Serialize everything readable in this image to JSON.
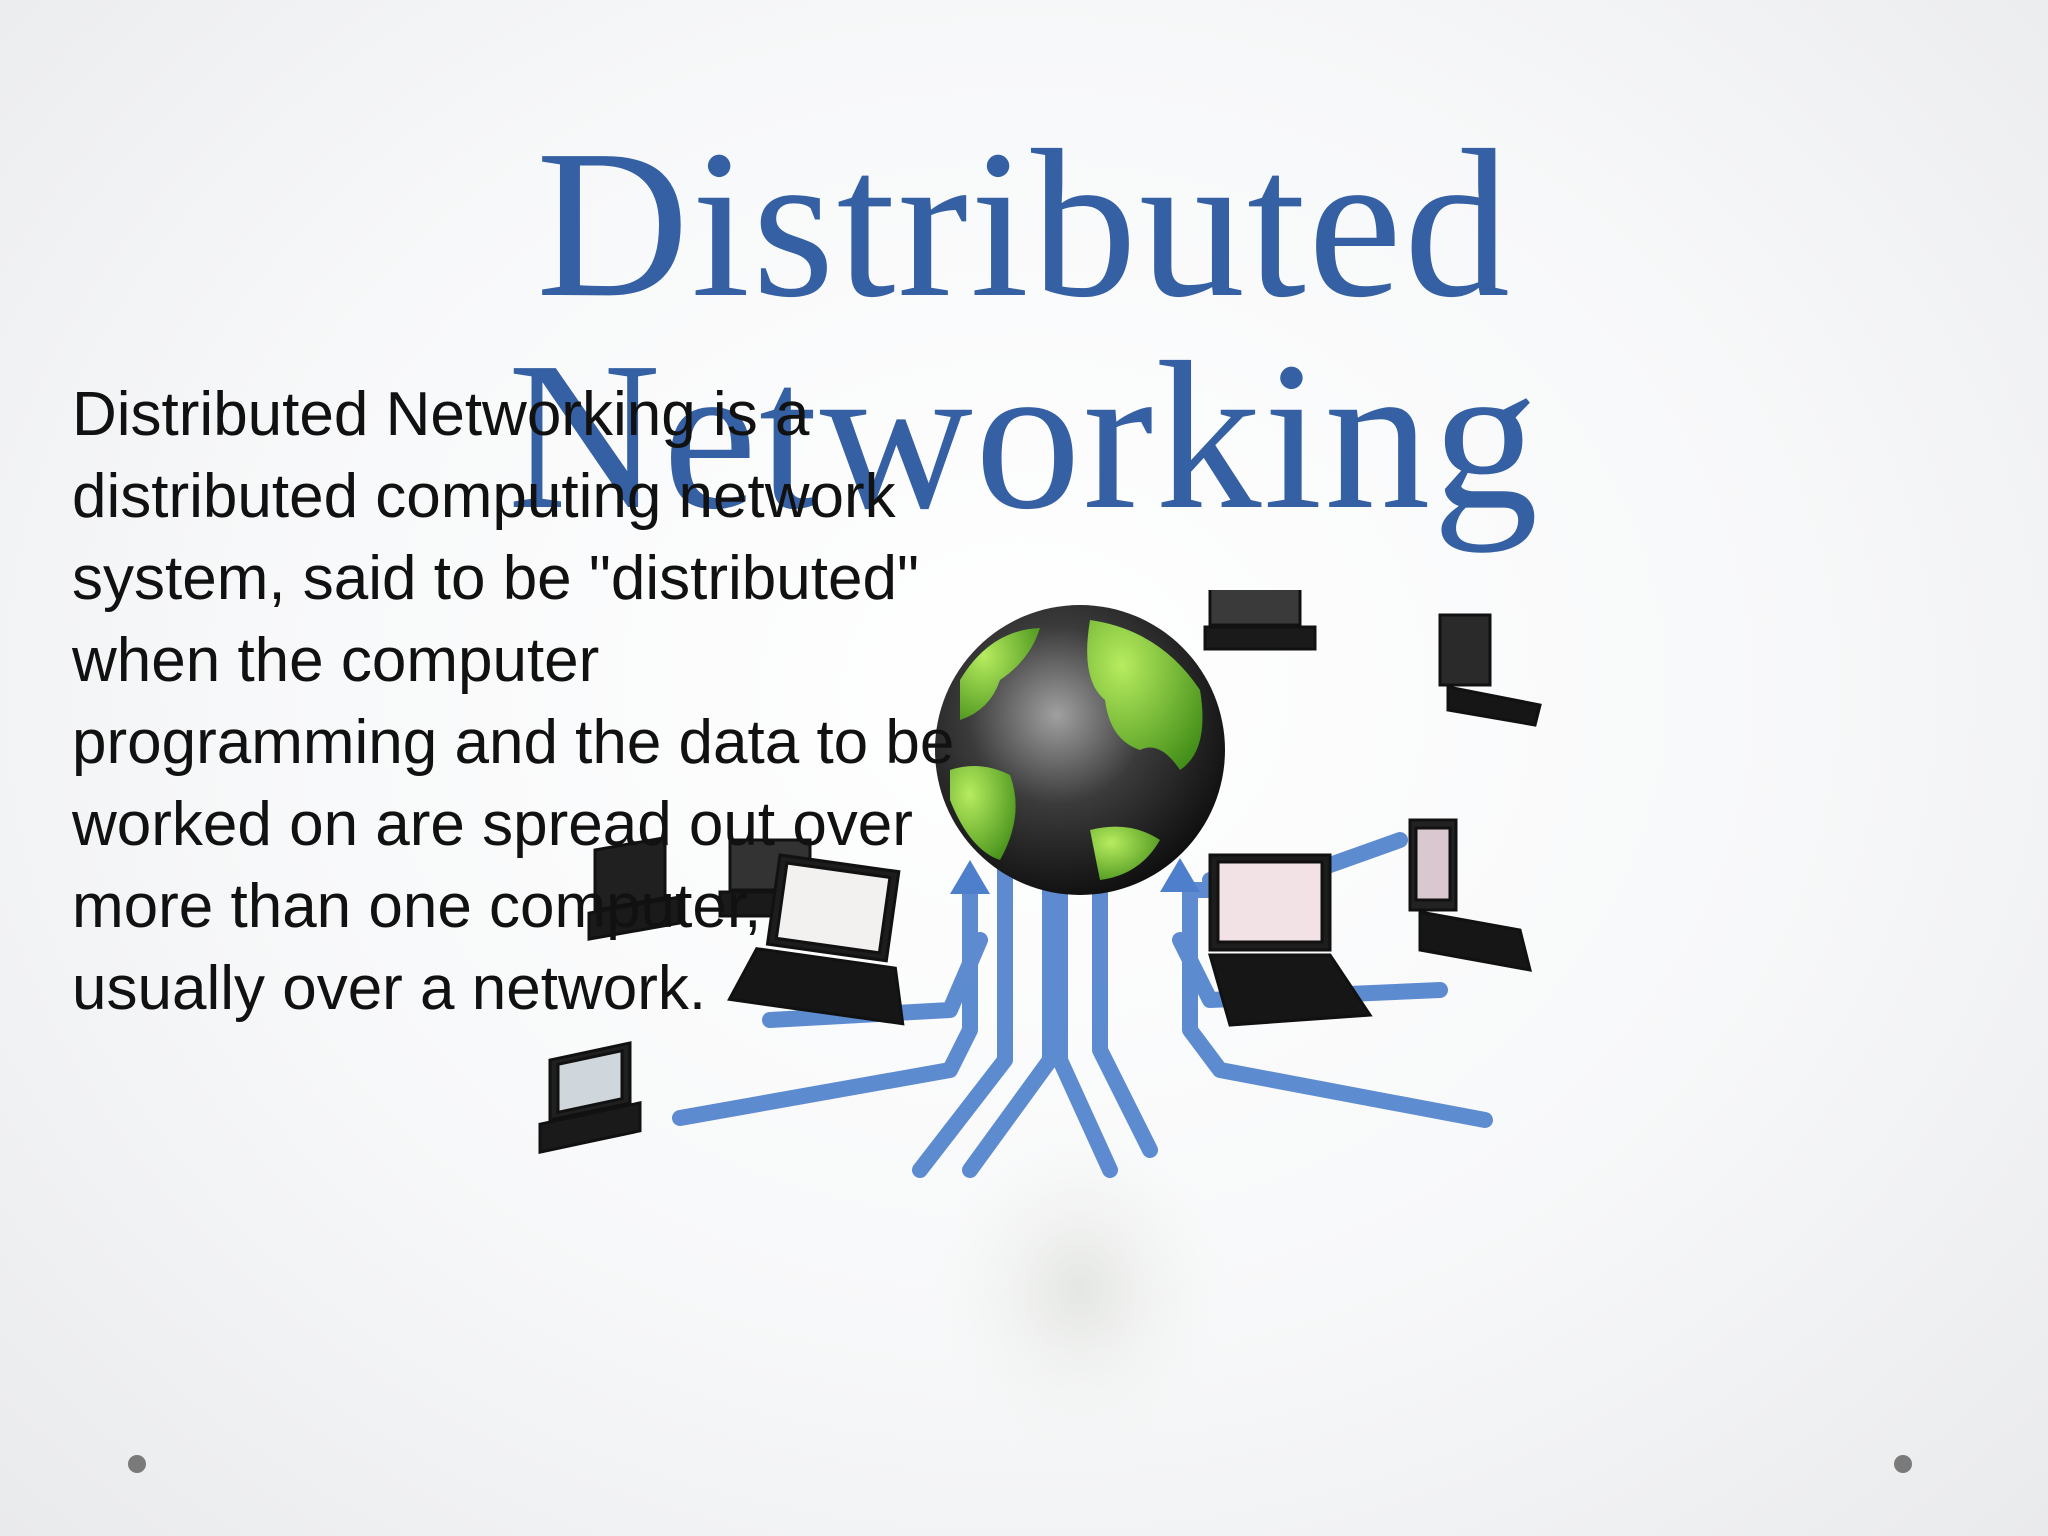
{
  "slide": {
    "title": "Distributed Networking",
    "body_lines": [
      "Distributed Networking is a",
      "distributed computing network",
      "system, said to be \"distributed\"",
      "when the computer",
      "programming and the data to be",
      "worked on are spread out over",
      "more than one computer,",
      "usually over a network."
    ]
  },
  "colors": {
    "title": "#3560a3",
    "arrow": "#4d7fcc",
    "globe_land": "#7cc23a",
    "globe_ocean": "#2b2b2b"
  },
  "icons": [
    "globe-icon",
    "laptop-icon",
    "arrow-icon",
    "bullet-dot"
  ]
}
